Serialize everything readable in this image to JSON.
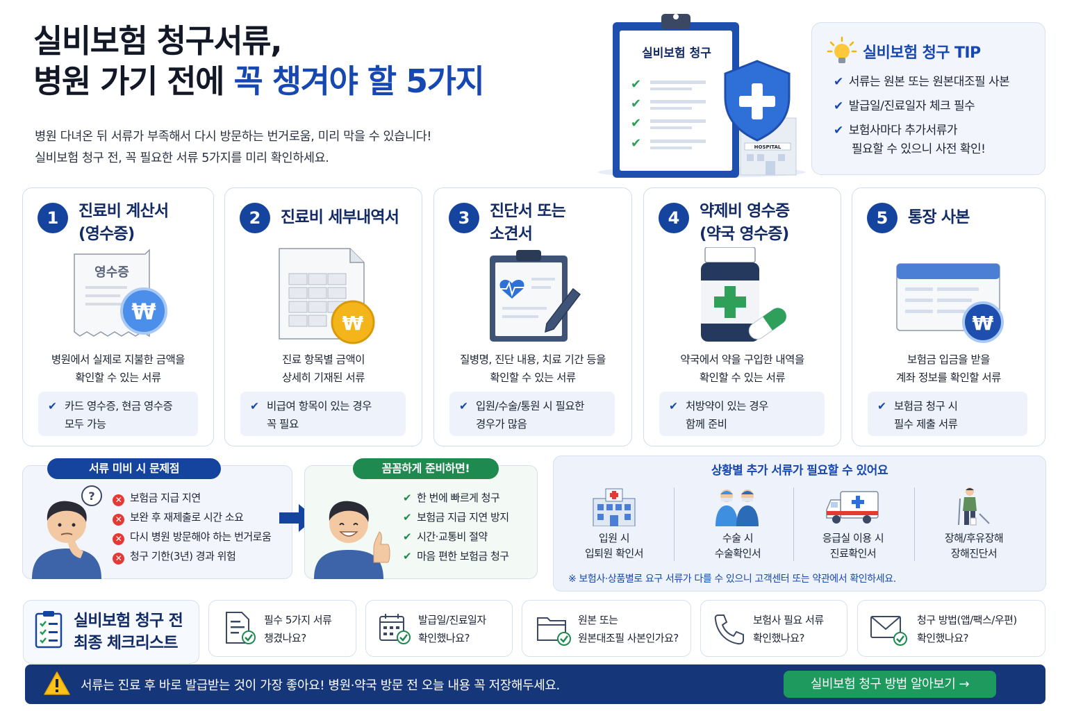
{
  "header": {
    "title_line1": "실비보험 청구서류,",
    "title_line2_pre": "병원 가기 전에 ",
    "title_line2_hl": "꼭 챙겨야 할 5가지",
    "subtitle_line1": "병원 다녀온 뒤 서류가 부족해서 다시 방문하는 번거로움, 미리 막을 수 있습니다!",
    "subtitle_line2": "실비보험 청구 전, 꼭 필요한 서류 5가지를 미리 확인하세요.",
    "clipboard_label": "실비보험 청구",
    "hospital_sign": "HOSPITAL"
  },
  "tip": {
    "title": "실비보험 청구 TIP",
    "items": [
      "서류는 원본 또는 원본대조필 사본",
      "발급일/진료일자 체크 필수",
      "보험사마다 추가서류가",
      "필요할 수 있으니 사전 확인!"
    ]
  },
  "cards": [
    {
      "num": "1",
      "title1": "진료비 계산서",
      "title2": "(영수증)",
      "illu_label": "영수증",
      "desc1": "병원에서 실제로 지불한 금액을",
      "desc2": "확인할 수 있는 서류",
      "note1": "카드 영수증, 현금 영수증",
      "note2": "모두 가능"
    },
    {
      "num": "2",
      "title1": "진료비 세부내역서",
      "title2": "",
      "desc1": "진료 항목별 금액이",
      "desc2": "상세히 기재된 서류",
      "note1": "비급여 항목이 있는 경우",
      "note2": "꼭 필요"
    },
    {
      "num": "3",
      "title1": "진단서 또는",
      "title2": "소견서",
      "desc1": "질병명, 진단 내용, 치료 기간 등을",
      "desc2": "확인할 수 있는 서류",
      "note1": "입원/수술/통원 시 필요한",
      "note2": "경우가 많음"
    },
    {
      "num": "4",
      "title1": "약제비 영수증",
      "title2": "(약국 영수증)",
      "desc1": "약국에서 약을 구입한 내역을",
      "desc2": "확인할 수 있는 서류",
      "note1": "처방약이 있는 경우",
      "note2": "함께 준비"
    },
    {
      "num": "5",
      "title1": "통장 사본",
      "title2": "",
      "desc1": "보험금 입금을 받을",
      "desc2": "계좌 정보를 확인할 서류",
      "note1": "보험금 청구 시",
      "note2": "필수 제출 서류"
    }
  ],
  "problems": {
    "pill": "서류 미비 시 문제점",
    "items": [
      "보험금 지급 지연",
      "보완 후 재제출로 시간 소요",
      "다시 병원 방문해야 하는 번거로움",
      "청구 기한(3년) 경과 위험"
    ]
  },
  "benefits": {
    "pill": "꼼꼼하게 준비하면!",
    "items": [
      "한 번에 빠르게 청구",
      "보험금 지급 지연 방지",
      "시간·교통비 절약",
      "마음 편한 보험금 청구"
    ]
  },
  "situations": {
    "title": "상황별 추가 서류가 필요할 수 있어요",
    "items": [
      {
        "l1": "입원 시",
        "l2": "입퇴원 확인서",
        "icon": "hospital-icon"
      },
      {
        "l1": "수술 시",
        "l2": "수술확인서",
        "icon": "surgery-icon"
      },
      {
        "l1": "응급실 이용 시",
        "l2": "진료확인서",
        "icon": "ambulance-icon"
      },
      {
        "l1": "장해/후유장해",
        "l2": "장해진단서",
        "icon": "crutch-person-icon"
      }
    ],
    "note": "※ 보험사·상품별로 요구 서류가 다를 수 있으니 고객센터 또는 약관에서 확인하세요."
  },
  "checklist": {
    "title1": "실비보험 청구 전",
    "title2": "최종 체크리스트",
    "items": [
      {
        "l1": "필수 5가지 서류",
        "l2": "챙겼나요?",
        "icon": "document-check-icon"
      },
      {
        "l1": "발급일/진료일자",
        "l2": "확인했나요?",
        "icon": "calendar-check-icon"
      },
      {
        "l1": "원본 또는",
        "l2": "원본대조필 사본인가요?",
        "icon": "folder-check-icon"
      },
      {
        "l1": "보험사 필요 서류",
        "l2": "확인했나요?",
        "icon": "phone-icon"
      },
      {
        "l1": "청구 방법(앱/팩스/우편)",
        "l2": "확인했나요?",
        "icon": "mail-check-icon"
      }
    ]
  },
  "footer": {
    "warning": "서류는 진료 후 바로 발급받는 것이 가장 좋아요! 병원·약국 방문 전 오늘 내용 꼭 저장해두세요.",
    "button": "실비보험 청구 방법 알아보기 →"
  },
  "colors": {
    "primary": "#14449e",
    "accent_blue": "#1747b0",
    "green": "#1e9a5e",
    "red": "#e53935",
    "bar": "#153679"
  }
}
